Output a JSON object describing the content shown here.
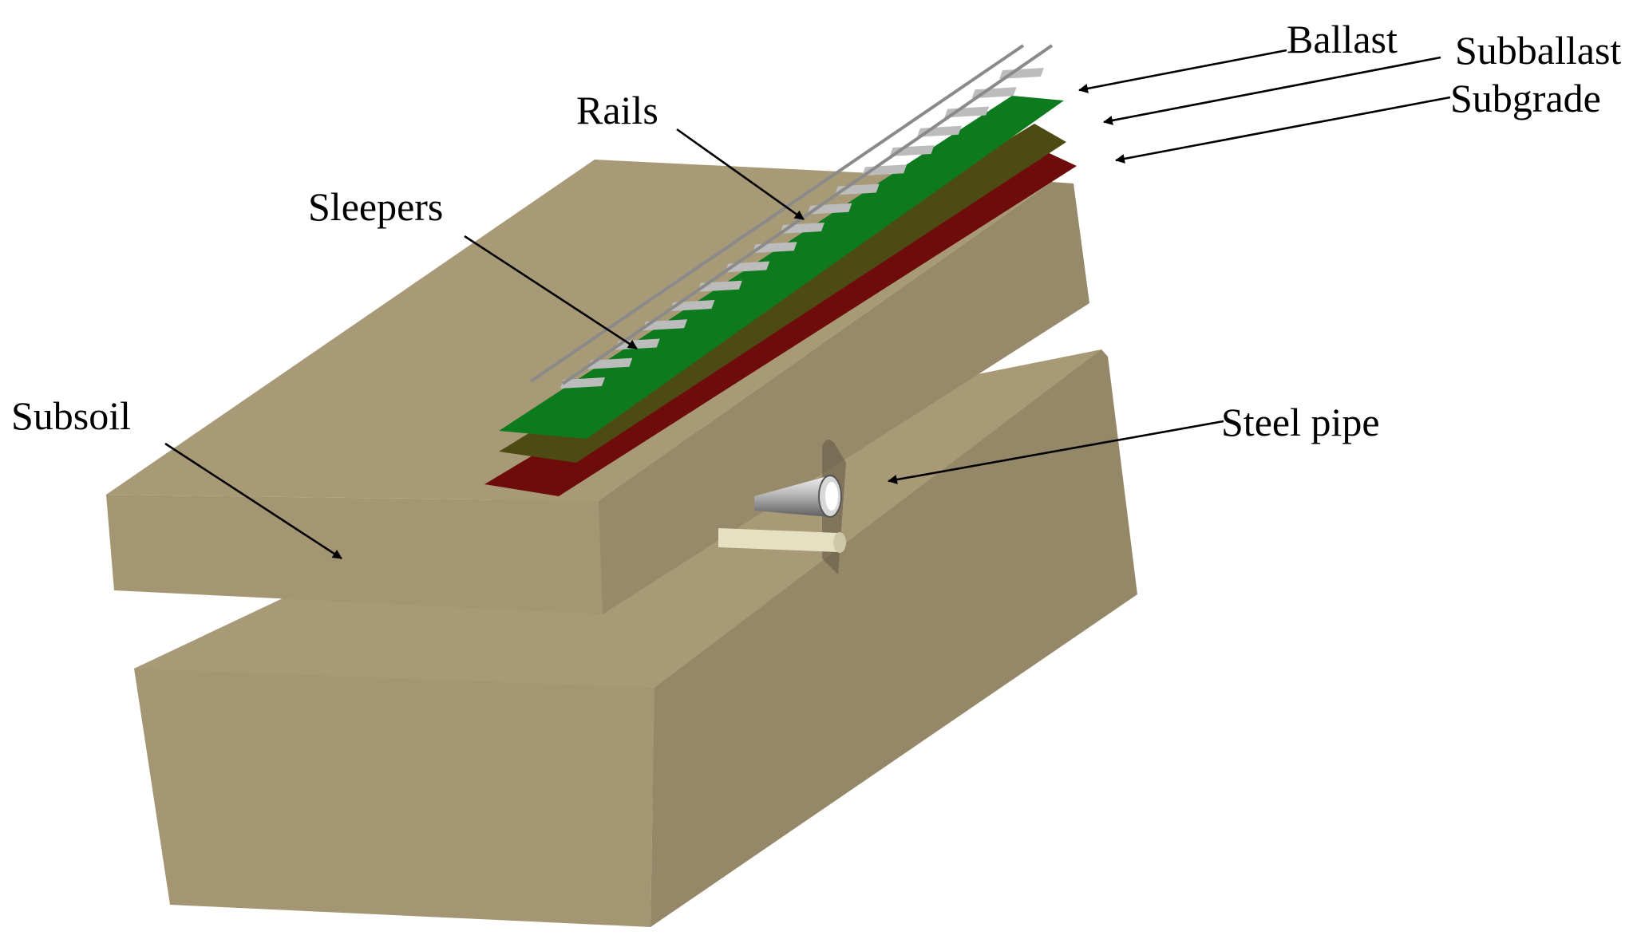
{
  "labels": {
    "ballast": "Ballast",
    "subballast": "Subballast",
    "subgrade": "Subgrade",
    "rails": "Rails",
    "sleepers": "Sleepers",
    "subsoil": "Subsoil",
    "steel_pipe": "Steel pipe"
  },
  "colors": {
    "soil_top": "#a89a77",
    "soil_front": "#a49673",
    "soil_side": "#968a6a",
    "ballast": "#0e7a1e",
    "subballast": "#4e4a14",
    "subgrade": "#6e0c0c",
    "rail": "#8a8a8a",
    "sleeper": "#bcbcbc",
    "pipe": "#9a9a9a",
    "pipe_lower": "#e6e0c2",
    "arrow": "#000000"
  }
}
